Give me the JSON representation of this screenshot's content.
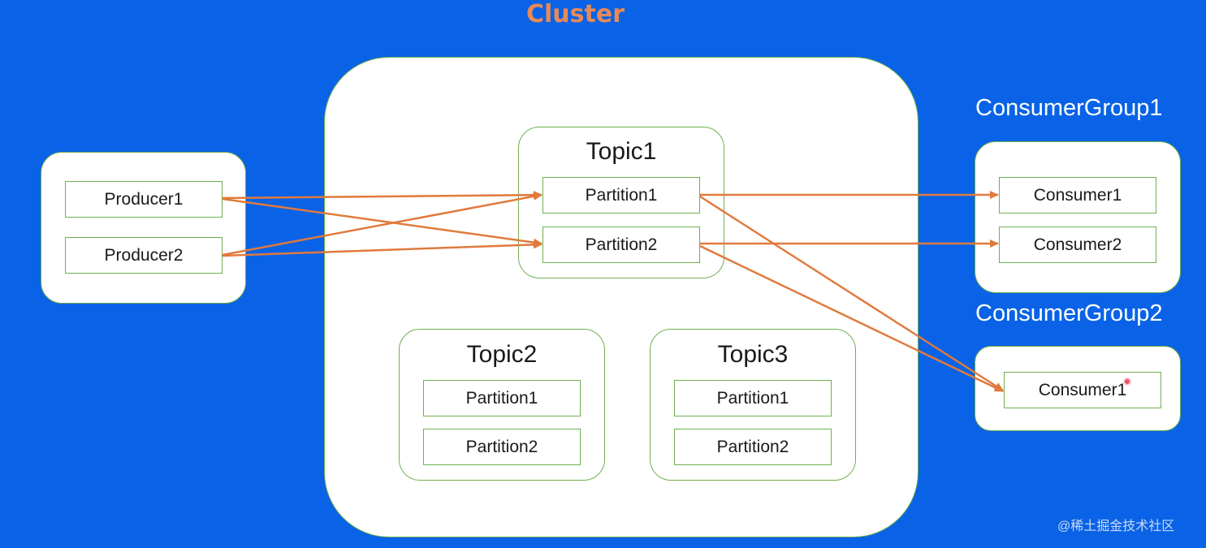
{
  "cluster": {
    "title": "Cluster",
    "topics": [
      {
        "title": "Topic1",
        "partitions": [
          "Partition1",
          "Partition2"
        ]
      },
      {
        "title": "Topic2",
        "partitions": [
          "Partition1",
          "Partition2"
        ]
      },
      {
        "title": "Topic3",
        "partitions": [
          "Partition1",
          "Partition2"
        ]
      }
    ]
  },
  "producers": [
    "Producer1",
    "Producer2"
  ],
  "consumer_groups": [
    {
      "title": "ConsumerGroup1",
      "consumers": [
        "Consumer1",
        "Consumer2"
      ]
    },
    {
      "title": "ConsumerGroup2",
      "consumers": [
        "Consumer1"
      ]
    }
  ],
  "watermark": "@稀土掘金技术社区",
  "colors": {
    "background": "#0a63e6",
    "arrow": "#e07a3c",
    "box_border": "#6fb04f",
    "cluster_title": "#e88a57"
  }
}
